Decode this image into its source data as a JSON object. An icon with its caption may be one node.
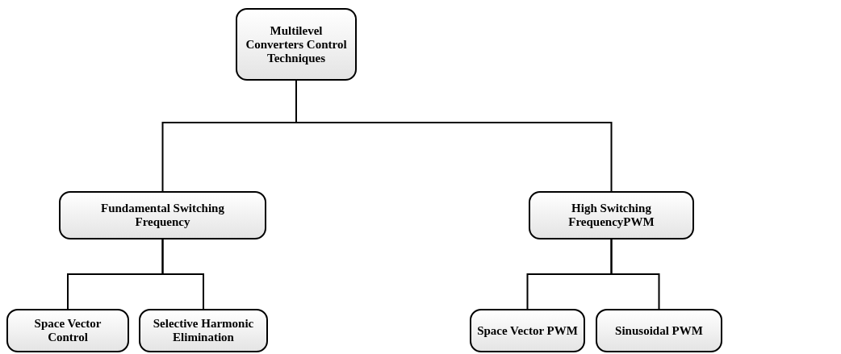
{
  "diagram": {
    "nodes": [
      {
        "text": [
          "Multilevel Converters Control Techniques"
        ]
      },
      {
        "text": [
          "Fundamental Switching Frequency"
        ]
      },
      {
        "text": [
          "High Switching FrequencyPWM"
        ]
      },
      {
        "text": [
          "Space Vector Control"
        ]
      },
      {
        "text": [
          "Selective Harmonic Elimination"
        ]
      },
      {
        "text": [
          "Space Vector PWM"
        ]
      },
      {
        "text": [
          "Sinusoidal PWM"
        ]
      }
    ],
    "edges": [
      {
        "from": 0,
        "to": 1,
        "arrow": "none"
      },
      {
        "from": 0,
        "to": 2,
        "arrow": "none"
      },
      {
        "from": 1,
        "to": 3,
        "arrow": "none"
      },
      {
        "from": 1,
        "to": 4,
        "arrow": "none"
      },
      {
        "from": 2,
        "to": 5,
        "arrow": "none"
      },
      {
        "from": 2,
        "to": 6,
        "arrow": "none"
      }
    ]
  }
}
